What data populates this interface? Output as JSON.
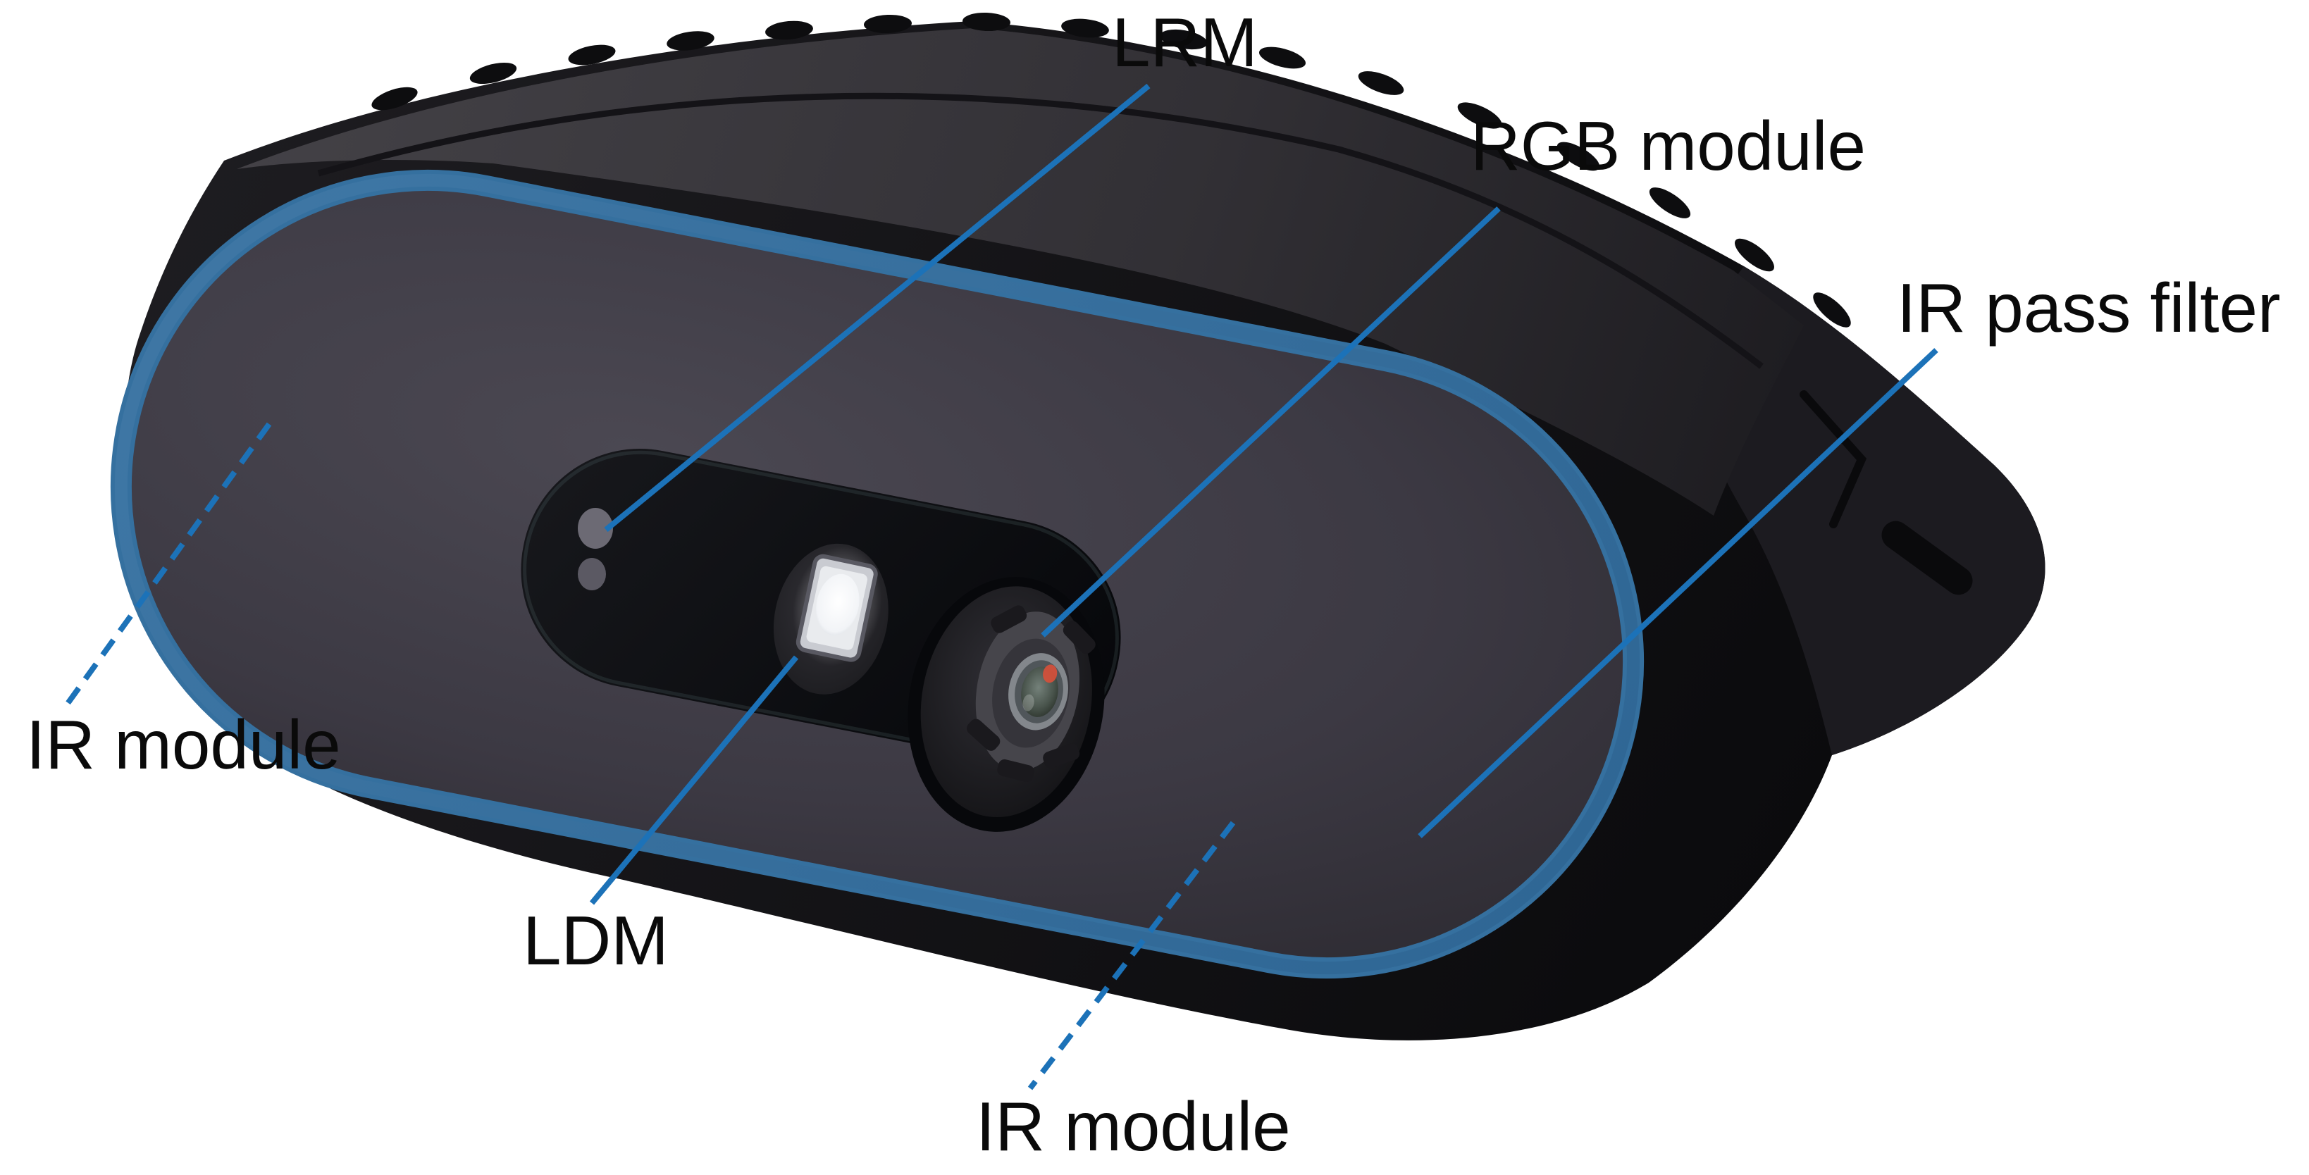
{
  "figure": {
    "kind": "annotated-device-diagram",
    "subject": "depth camera front view with labeled optical components"
  },
  "callouts": [
    {
      "id": "lrm",
      "text": "LRM",
      "line_style": "solid"
    },
    {
      "id": "rgb-module",
      "text": "RGB module",
      "line_style": "solid"
    },
    {
      "id": "ir-pass-filter",
      "text": "IR pass filter",
      "line_style": "solid"
    },
    {
      "id": "ir-module-left",
      "text": "IR module",
      "line_style": "dashed"
    },
    {
      "id": "ldm",
      "text": "LDM",
      "line_style": "solid"
    },
    {
      "id": "ir-module-bottom",
      "text": "IR module",
      "line_style": "dashed"
    }
  ],
  "colors": {
    "background": "#ffffff",
    "label_text": "#0a0a0a",
    "leader_line": "#1c72b8",
    "bezel_ring": "#35709f",
    "body_black": "#121114",
    "front_face": "#3e3b44"
  }
}
